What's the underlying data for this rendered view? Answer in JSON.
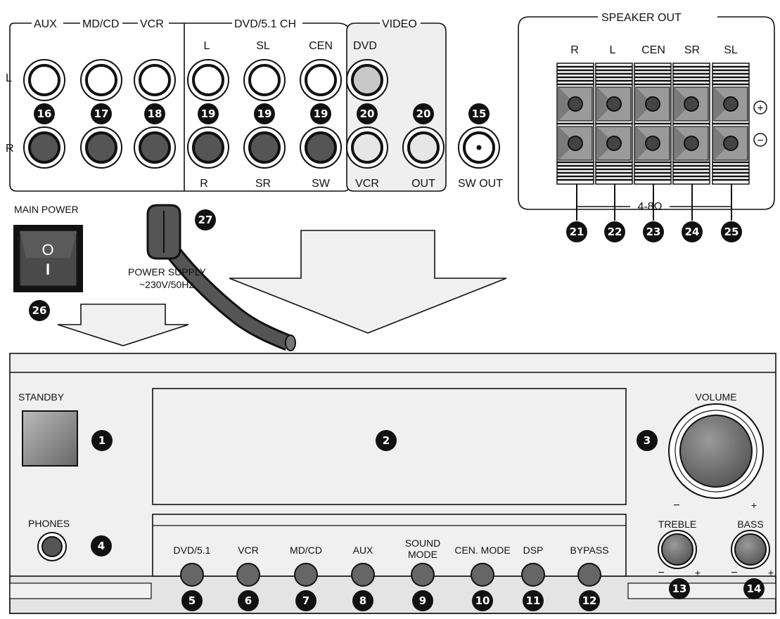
{
  "rear": {
    "left_group": {
      "title_aux": "AUX",
      "title_mdcd": "MD/CD",
      "title_vcr": "VCR",
      "row_l": "L",
      "row_r": "R"
    },
    "dvd_group": {
      "title": "DVD/5.1 CH",
      "top": [
        "L",
        "SL",
        "CEN"
      ],
      "bottom": [
        "R",
        "SR",
        "SW"
      ]
    },
    "video_group": {
      "title": "VIDEO",
      "top": "DVD",
      "bottom_vcr": "VCR",
      "bottom_out": "OUT"
    },
    "sw_out": "SW OUT",
    "speaker_out": {
      "title": "SPEAKER OUT",
      "channels": [
        "R",
        "L",
        "CEN",
        "SR",
        "SL"
      ],
      "impedance": "4-8Ω",
      "plus": "+",
      "minus": "−"
    },
    "main_power": {
      "title": "MAIN POWER",
      "on": "I",
      "off": "O"
    },
    "power_supply": {
      "line1": "POWER SUPPLY",
      "line2": "~230V/50Hz"
    }
  },
  "front": {
    "standby": "STANDBY",
    "phones": "PHONES",
    "volume": "VOLUME",
    "vol_minus": "−",
    "vol_plus": "+",
    "treble": "TREBLE",
    "bass": "BASS",
    "tone_minus": "−",
    "tone_plus": "+",
    "buttons": [
      "DVD/5.1",
      "VCR",
      "MD/CD",
      "AUX",
      "SOUND MODE",
      "CEN. MODE",
      "DSP",
      "BYPASS"
    ],
    "sound_mode_line1": "SOUND",
    "sound_mode_line2": "MODE"
  },
  "callouts": {
    "n1": "1",
    "n2": "2",
    "n3": "3",
    "n4": "4",
    "n5": "5",
    "n6": "6",
    "n7": "7",
    "n8": "8",
    "n9": "9",
    "n10": "10",
    "n11": "11",
    "n12": "12",
    "n13": "13",
    "n14": "14",
    "n15": "15",
    "n16": "16",
    "n17": "17",
    "n18": "18",
    "n19": "19",
    "n20": "20",
    "n21": "21",
    "n22": "22",
    "n23": "23",
    "n24": "24",
    "n25": "25",
    "n26": "26",
    "n27": "27"
  },
  "colors": {
    "panel": "#f2f2f2",
    "panel_dark": "#e0e0e0",
    "jack_dark": "#555555",
    "black": "#111111"
  }
}
